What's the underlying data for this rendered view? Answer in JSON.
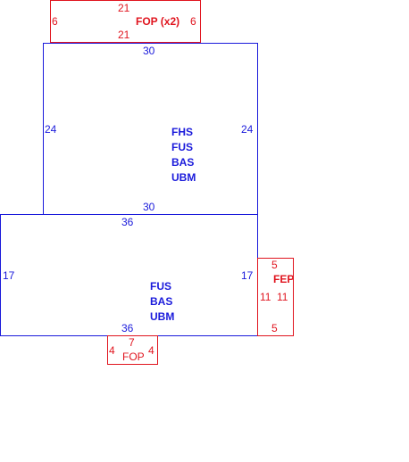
{
  "colors": {
    "structure": "#1a1adb",
    "attachment": "#e0141e"
  },
  "diagram": {
    "fop_top": {
      "title": "FOP (x2)",
      "top": "21",
      "bottom": "21",
      "left": "6",
      "right": "6"
    },
    "upper_floor": {
      "top": "30",
      "bottom": "30",
      "left": "24",
      "right": "24",
      "codes": [
        "FHS",
        "FUS",
        "BAS",
        "UBM"
      ]
    },
    "lower_floor": {
      "top": "36",
      "bottom": "36",
      "left": "17",
      "right": "17",
      "codes": [
        "FUS",
        "BAS",
        "UBM"
      ]
    },
    "fep_right": {
      "title": "FEP",
      "top": "5",
      "bottom": "5",
      "left": "11",
      "right": "11"
    },
    "fop_bottom": {
      "title": "FOP",
      "top": "7",
      "left": "4",
      "right": "4"
    }
  }
}
